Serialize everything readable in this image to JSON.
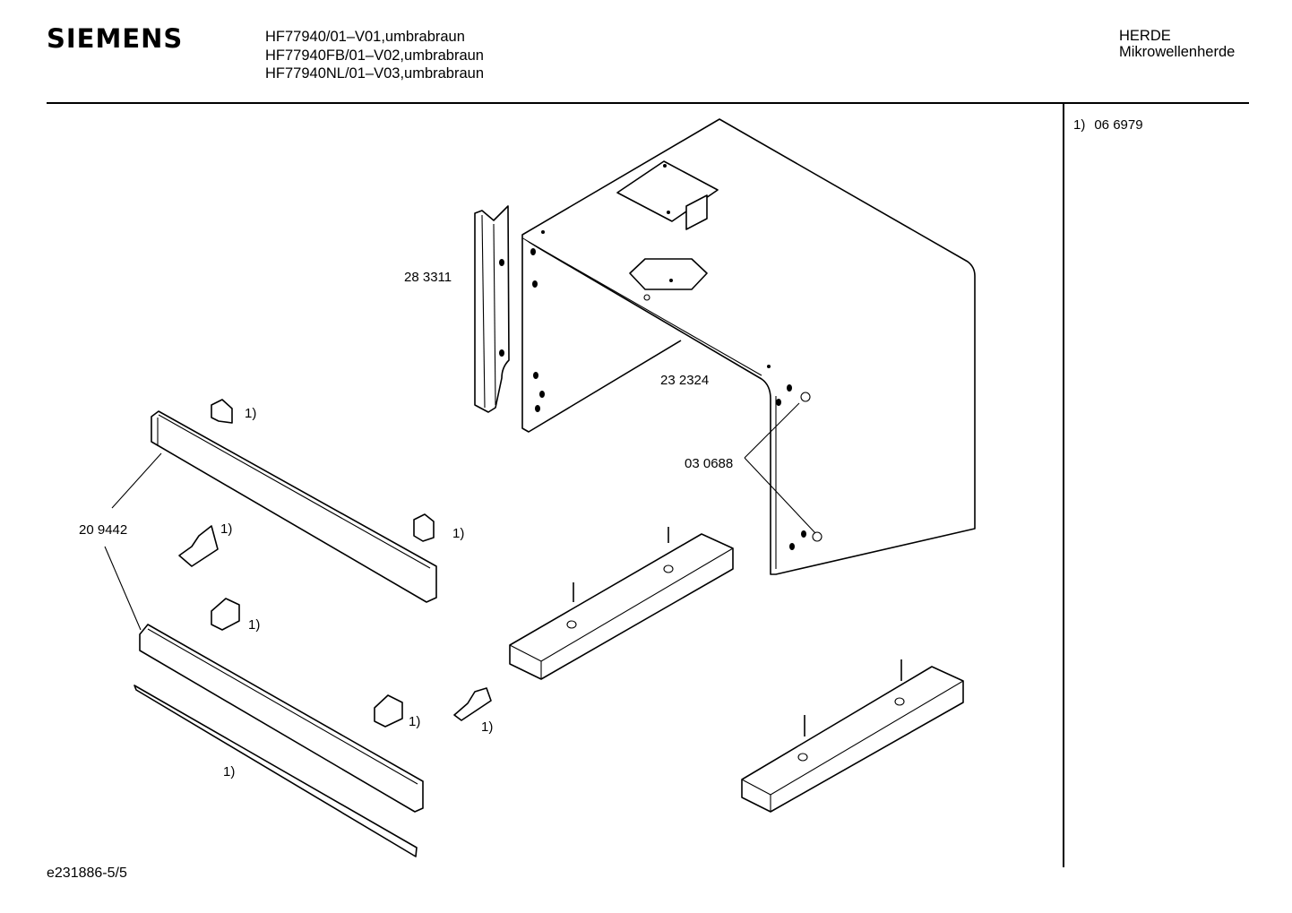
{
  "header": {
    "brand": "SIEMENS",
    "models": [
      "HF77940/01–V01,umbrabraun",
      "HF77940FB/01–V02,umbrabraun",
      "HF77940NL/01–V03,umbrabraun"
    ],
    "category": "HERDE",
    "subcategory": "Mikrowellenherde"
  },
  "side_note": {
    "marker": "1)",
    "part_number": "06 6979"
  },
  "parts": {
    "rail": "28  3311",
    "housing": "23 2324",
    "screw": "03 0688",
    "strip": "20 9442"
  },
  "footnote_marker": "1)",
  "footer": {
    "document_id": "e231886-5/5"
  }
}
